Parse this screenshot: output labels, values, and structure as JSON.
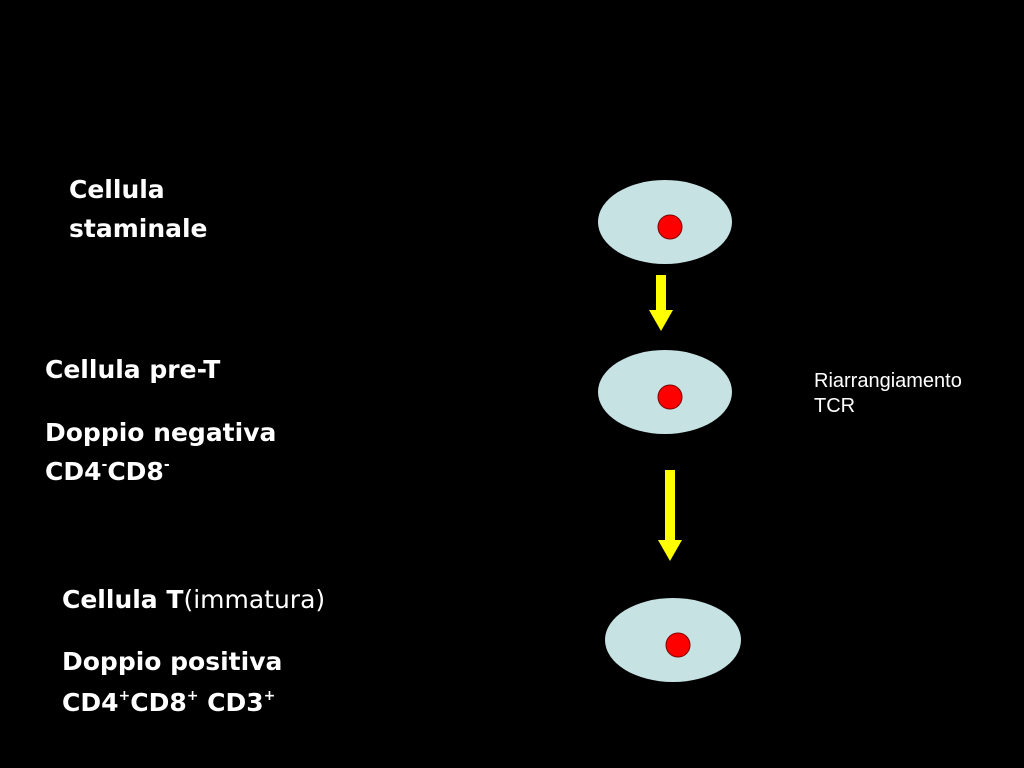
{
  "diagram": {
    "stages": [
      {
        "title_lines": [
          "Cellula",
          "staminale"
        ]
      },
      {
        "title": "Cellula pre-T",
        "subtitle": "Doppio negativa",
        "markers": [
          {
            "name": "CD4",
            "sign": "-"
          },
          {
            "name": "CD8",
            "sign": "-"
          }
        ]
      },
      {
        "title_bold": "Cellula T",
        "title_light": "(immatura)",
        "subtitle": "Doppio positiva",
        "markers": [
          {
            "name": "CD4",
            "sign": "+"
          },
          {
            "name": "CD8",
            "sign": "+"
          },
          {
            "name": " CD3",
            "sign": "+"
          }
        ]
      }
    ],
    "annotation_lines": [
      "Riarrangiamento",
      "TCR"
    ],
    "colors": {
      "background": "#000000",
      "cell_body": "#c6e2e3",
      "nucleus": "#ff0000",
      "nucleus_outline": "#800000",
      "arrow": "#ffff00",
      "text": "#ffffff"
    }
  }
}
